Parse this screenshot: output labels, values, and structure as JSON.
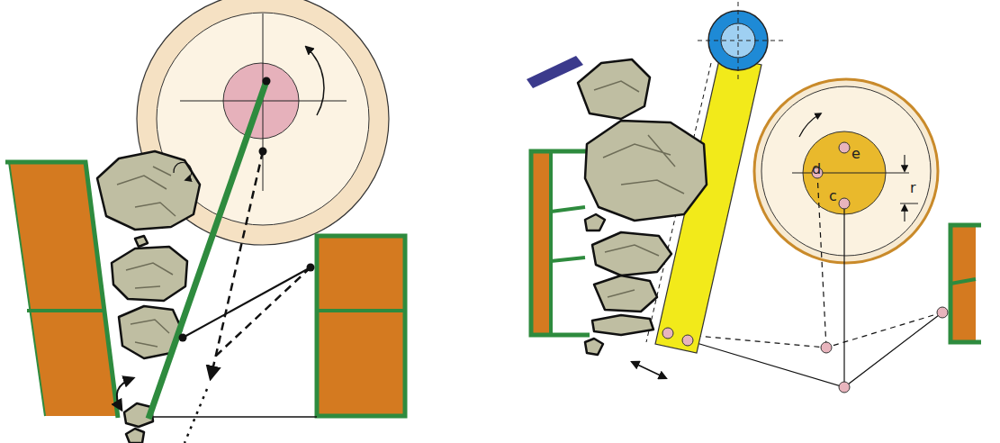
{
  "diagram": {
    "labels": [
      "d",
      "e",
      "c",
      "r"
    ]
  }
}
